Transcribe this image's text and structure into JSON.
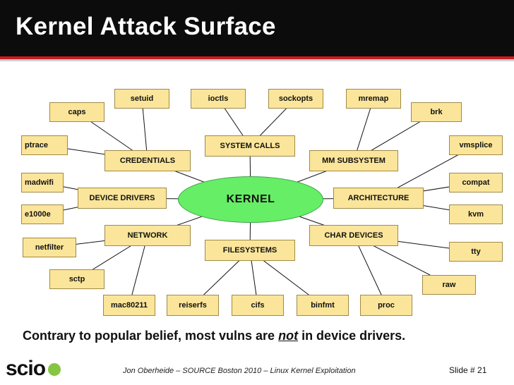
{
  "slide": {
    "title": "Kernel Attack Surface",
    "caption_before": "Contrary to popular belief, most vulns are ",
    "caption_emph": "not",
    "caption_after": " in device drivers.",
    "footer": "Jon Oberheide – SOURCE Boston 2010 – Linux Kernel Exploitation",
    "slide_number": "Slide # 21",
    "logo_text": "scio"
  },
  "colors": {
    "header_bg": "#0c0c0c",
    "accent_red": "#d01a20",
    "node_fill": "#fbe59a",
    "kernel_fill": "#66ee66",
    "logo_dot": "#86c540"
  },
  "diagram": {
    "center": "KERNEL",
    "categories": [
      {
        "id": "credentials",
        "label": "CREDENTIALS",
        "children": [
          "setuid",
          "caps",
          "ptrace"
        ]
      },
      {
        "id": "system-calls",
        "label": "SYSTEM CALLS",
        "children": [
          "ioctls",
          "sockopts"
        ]
      },
      {
        "id": "mm-subsystem",
        "label": "MM SUBSYSTEM",
        "children": [
          "mremap",
          "brk"
        ]
      },
      {
        "id": "device-drivers",
        "label": "DEVICE DRIVERS",
        "children": [
          "madwifi",
          "e1000e"
        ]
      },
      {
        "id": "architecture",
        "label": "ARCHITECTURE",
        "children": [
          "vmsplice",
          "compat",
          "kvm"
        ]
      },
      {
        "id": "network",
        "label": "NETWORK",
        "children": [
          "netfilter",
          "sctp",
          "mac80211"
        ]
      },
      {
        "id": "filesystems",
        "label": "FILESYSTEMS",
        "children": [
          "reiserfs",
          "cifs",
          "binfmt"
        ]
      },
      {
        "id": "char-devices",
        "label": "CHAR DEVICES",
        "children": [
          "tty",
          "raw",
          "proc"
        ]
      }
    ]
  }
}
